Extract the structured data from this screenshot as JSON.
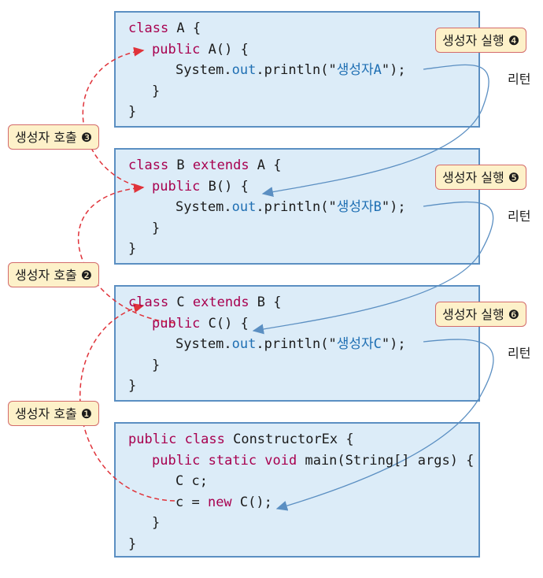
{
  "boxes": [
    {
      "lines": [
        [
          {
            "t": "class A {",
            "c": "kw0"
          }
        ],
        [
          {
            "t": "public",
            "c": "kw"
          },
          {
            "t": " A() {",
            "c": ""
          }
        ],
        [
          {
            "t": "System.",
            "c": ""
          },
          {
            "t": "out",
            "c": "fld"
          },
          {
            "t": ".println(\"",
            "c": ""
          },
          {
            "t": "생성자A",
            "c": "str"
          },
          {
            "t": "\");",
            "c": ""
          }
        ],
        [
          {
            "t": "}",
            "c": ""
          }
        ],
        [
          {
            "t": "}",
            "c": ""
          }
        ]
      ]
    },
    {
      "lines": [
        [
          {
            "t": "class B extends A {",
            "c": ""
          }
        ],
        [
          {
            "t": "public",
            "c": "kw"
          },
          {
            "t": " B() {",
            "c": ""
          }
        ],
        [
          {
            "t": "System.",
            "c": ""
          },
          {
            "t": "out",
            "c": "fld"
          },
          {
            "t": ".println(\"",
            "c": ""
          },
          {
            "t": "생성자B",
            "c": "str"
          },
          {
            "t": "\");",
            "c": ""
          }
        ],
        [
          {
            "t": "}",
            "c": ""
          }
        ],
        [
          {
            "t": "}",
            "c": ""
          }
        ]
      ]
    },
    {
      "lines": [
        [
          {
            "t": "class C extends B {",
            "c": ""
          }
        ],
        [
          {
            "t": "public",
            "c": "kw"
          },
          {
            "t": " C() {",
            "c": ""
          }
        ],
        [
          {
            "t": "System.",
            "c": ""
          },
          {
            "t": "out",
            "c": "fld"
          },
          {
            "t": ".println(\"",
            "c": ""
          },
          {
            "t": "생성자C",
            "c": "str"
          },
          {
            "t": "\");",
            "c": ""
          }
        ],
        [
          {
            "t": "}",
            "c": ""
          }
        ],
        [
          {
            "t": "}",
            "c": ""
          }
        ]
      ]
    },
    {
      "lines": [
        [
          {
            "t": "public class ConstructorEx {",
            "c": ""
          }
        ],
        [
          {
            "t": "public static void",
            "c": "kw"
          },
          {
            "t": " main(String[] args) {",
            "c": ""
          }
        ],
        [
          {
            "t": "C c;",
            "c": ""
          }
        ],
        [
          {
            "t": "c = ",
            "c": ""
          },
          {
            "t": "new",
            "c": "kw"
          },
          {
            "t": " C();",
            "c": ""
          }
        ],
        [
          {
            "t": "}",
            "c": ""
          }
        ],
        [
          {
            "t": "}",
            "c": ""
          }
        ]
      ]
    }
  ],
  "labels": {
    "exec4": "생성자 실행 ❹",
    "exec5": "생성자 실행 ❺",
    "exec6": "생성자 실행 ❻",
    "call3": "생성자 호출 ❸",
    "call2": "생성자 호출 ❷",
    "call1": "생성자 호출 ❶",
    "return_a": "리턴",
    "return_b": "리턴",
    "return_c": "리턴"
  },
  "colors": {
    "keyword": "#a8004f",
    "field": "#1f6fb3",
    "box_fill": "#dcecf8",
    "box_border": "#5b8fc2",
    "call_arrow": "#e0333a",
    "return_arrow": "#5b8fc2"
  }
}
